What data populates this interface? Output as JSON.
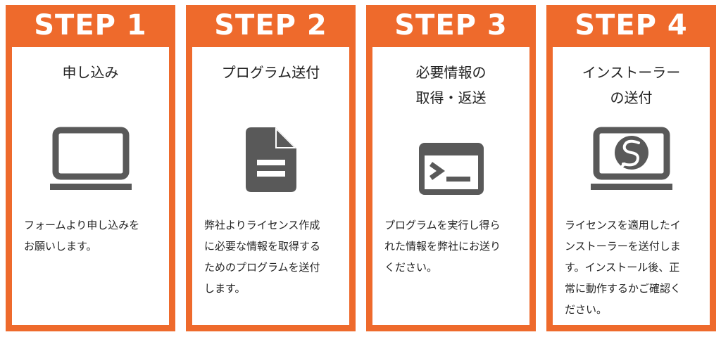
{
  "colors": {
    "accent": "#ee6a2c",
    "icon": "#595959",
    "text": "#222222",
    "background": "#ffffff"
  },
  "steps": [
    {
      "label": "STEP 1",
      "heading": "申し込み",
      "icon": "laptop-icon",
      "description": "フォームより申し込みを\nお願いします。"
    },
    {
      "label": "STEP 2",
      "heading": "プログラム送付",
      "icon": "document-icon",
      "description": "弊社よりライセンス作成\nに必要な情報を取得する\nためのプログラムを送付\nします。"
    },
    {
      "label": "STEP 3",
      "heading": "必要情報の\n取得・返送",
      "icon": "terminal-icon",
      "description": "プログラムを実行し得ら\nれた情報を弊社にお送り\nください。"
    },
    {
      "label": "STEP 4",
      "heading": "インストーラー\nの送付",
      "icon": "installer-laptop-icon",
      "description": "ライセンスを適用したイ\nンストーラーを送付しま\nす。インストール後、正\n常に動作するかご確認く\nださい。"
    }
  ]
}
